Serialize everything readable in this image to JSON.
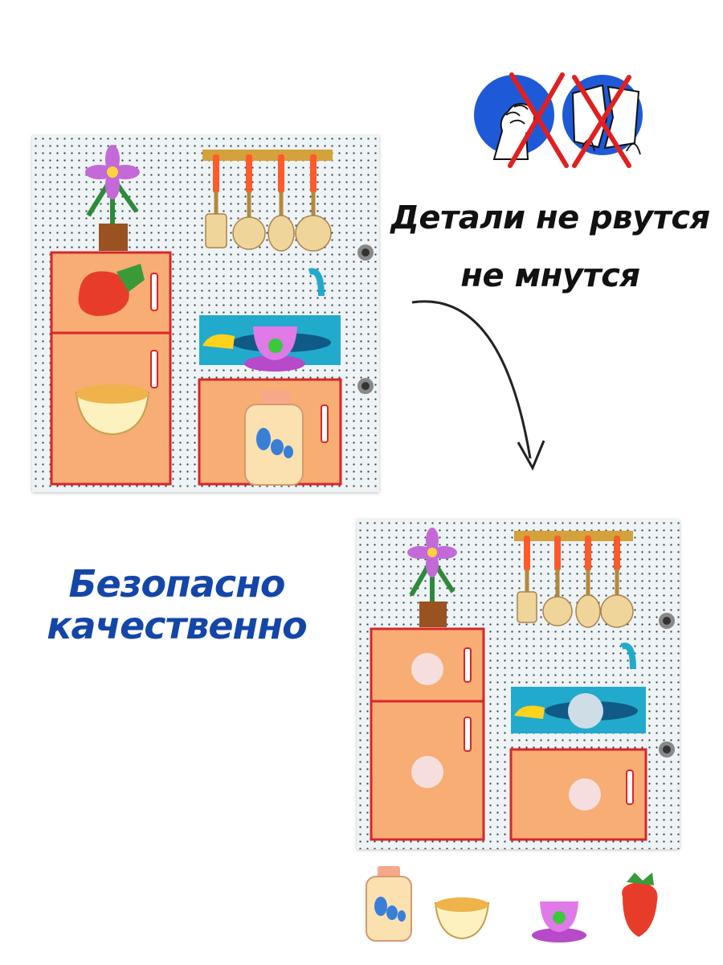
{
  "headline": {
    "line1": "Детали не рвутся",
    "line2": "не мнутся"
  },
  "tagline": {
    "line1": "Безопасно",
    "line2": "качественно"
  },
  "icons": [
    "crumpled-hand-icon",
    "torn-paper-icon",
    "red-cross-icon",
    "curved-arrow-icon"
  ],
  "colors": {
    "accent_blue": "#1446a8",
    "icon_circle": "#1e5ad8",
    "cross_red": "#e02020",
    "cabinet": "#f7ad73",
    "cabinet_border": "#d8262b",
    "sink": "#22aacc",
    "board_bg": "#eef3f5"
  }
}
